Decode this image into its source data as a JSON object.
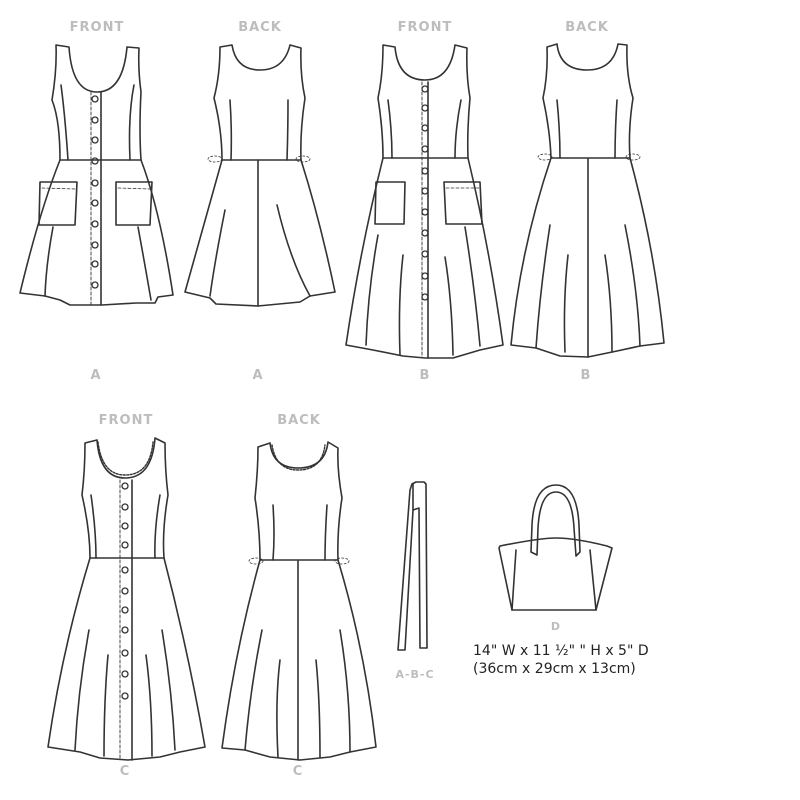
{
  "views": {
    "row1": [
      {
        "title": "FRONT",
        "variant": "A"
      },
      {
        "title": "BACK",
        "variant": "A"
      },
      {
        "title": "FRONT",
        "variant": "B"
      },
      {
        "title": "BACK",
        "variant": "B"
      }
    ],
    "row2": [
      {
        "title": "FRONT",
        "variant": "C"
      },
      {
        "title": "BACK",
        "variant": "C"
      }
    ]
  },
  "belt": {
    "variant": "A-B-C"
  },
  "bag": {
    "variant": "D",
    "dimensions_imperial": "14\" W x 11 ½\" \" H x 5\" D",
    "dimensions_metric": "(36cm x 29cm x 13cm)"
  },
  "colors": {
    "line": "#333333",
    "label": "#bdbdbd"
  }
}
